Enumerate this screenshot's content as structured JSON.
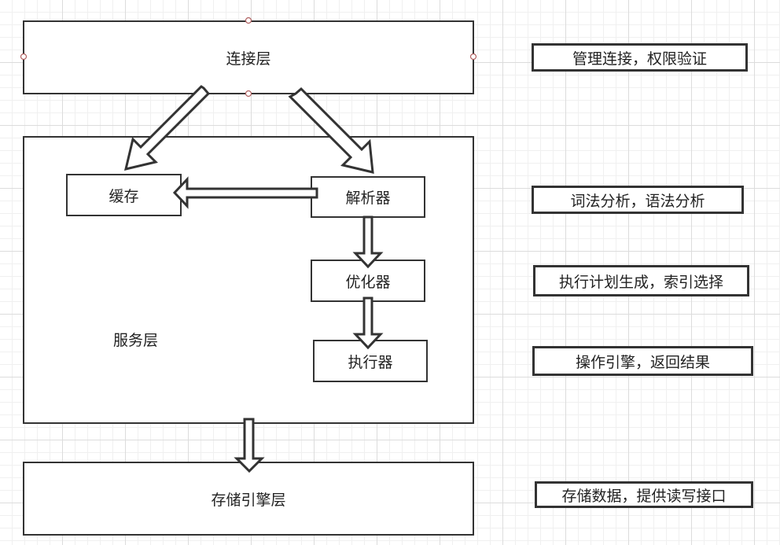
{
  "diagram": {
    "connection_layer": "连接层",
    "service_layer": "服务层",
    "storage_layer": "存储引擎层",
    "cache": "缓存",
    "parser": "解析器",
    "optimizer": "优化器",
    "executor": "执行器"
  },
  "notes": {
    "connection": "管理连接，权限验证",
    "parser": "词法分析，语法分析",
    "optimizer": "执行计划生成，索引选择",
    "executor": "操作引擎，返回结果",
    "storage": "存储数据，提供读写接口"
  }
}
